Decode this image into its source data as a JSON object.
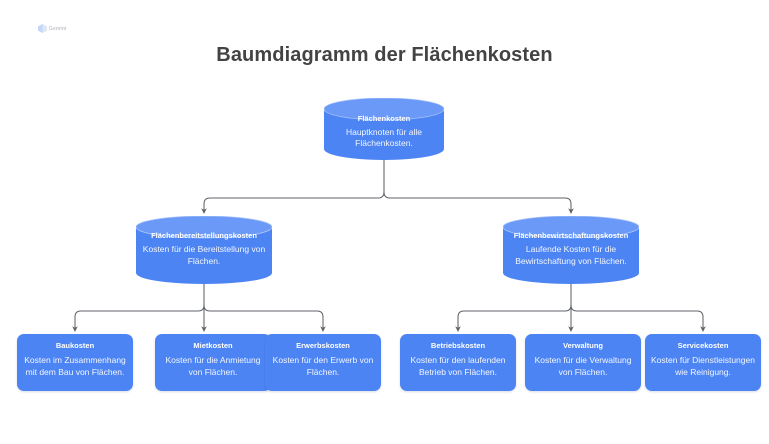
{
  "page": {
    "title": "Baumdiagramm der Flächenkosten",
    "background_color": "#ffffff",
    "node_color": "#4d84f3",
    "title_color": "#434343",
    "connector_color": "#5f6368"
  },
  "logo": {
    "name": "app-logo-watermark",
    "wordmark": "Gemini"
  },
  "tree": {
    "root": {
      "title": "Flächenkosten",
      "description": "Hauptknoten für alle Flächenkosten."
    },
    "branches": [
      {
        "title": "Flächenbereitstellungskosten",
        "description": "Kosten für die Bereitstellung von Flächen.",
        "children": [
          {
            "title": "Baukosten",
            "description": "Kosten im Zusammenhang mit dem Bau von Flächen."
          },
          {
            "title": "Mietkosten",
            "description": "Kosten für die Anmietung von Flächen."
          },
          {
            "title": "Erwerbskosten",
            "description": "Kosten für den Erwerb von Flächen."
          }
        ]
      },
      {
        "title": "Flächenbewirtschaftungskosten",
        "description": "Laufende Kosten für die Bewirtschaftung von Flächen.",
        "children": [
          {
            "title": "Betriebskosten",
            "description": "Kosten für den laufenden Betrieb von Flächen."
          },
          {
            "title": "Verwaltung",
            "description": "Kosten für die Verwaltung von Flächen."
          },
          {
            "title": "Servicekosten",
            "description": "Kosten für Dienstleistungen wie Reinigung."
          }
        ]
      }
    ]
  }
}
